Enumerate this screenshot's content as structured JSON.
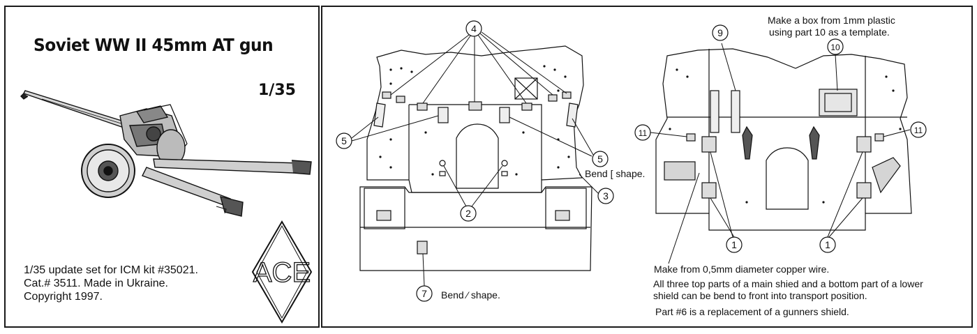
{
  "left": {
    "title": "Soviet WW II 45mm AT gun",
    "scale": "1/35",
    "logo_text": "ACE",
    "info": [
      "1/35 update set for ICM kit #35021.",
      "Cat.# 3511. Made in Ukraine.",
      "Copyright 1997."
    ]
  },
  "callouts": {
    "1": "1",
    "2": "2",
    "3": "3",
    "4": "4",
    "5": "5",
    "7": "7",
    "9": "9",
    "10": "10",
    "11": "11"
  },
  "notes": {
    "bend_upper": "Bend [ shape.",
    "bend_lower": "Bend ⁄ shape.",
    "box": [
      "Make a box from 1mm plastic",
      "using part 10 as a template."
    ],
    "wire": "Make from 0,5mm diameter copper wire.",
    "fold": [
      "All three top parts of a main shied and a bottom part of a lower",
      "shield can be bend to front into transport position."
    ],
    "part6": "Part #6 is a replacement of a gunners shield."
  }
}
